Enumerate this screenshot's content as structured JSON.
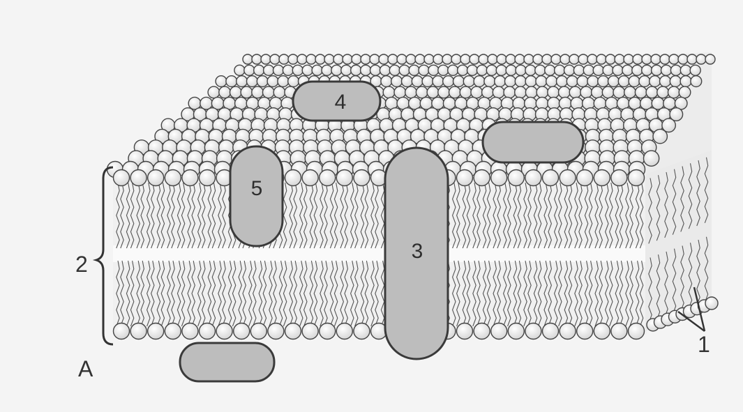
{
  "labels": {
    "one": "1",
    "two": "2",
    "three": "3",
    "four": "4",
    "five": "5",
    "a": "A"
  },
  "colors": {
    "background": "#f4f4f4",
    "protein_fill": "#bdbdbd",
    "outline": "#3a3a3a",
    "core_band": "#e8e8e8"
  }
}
